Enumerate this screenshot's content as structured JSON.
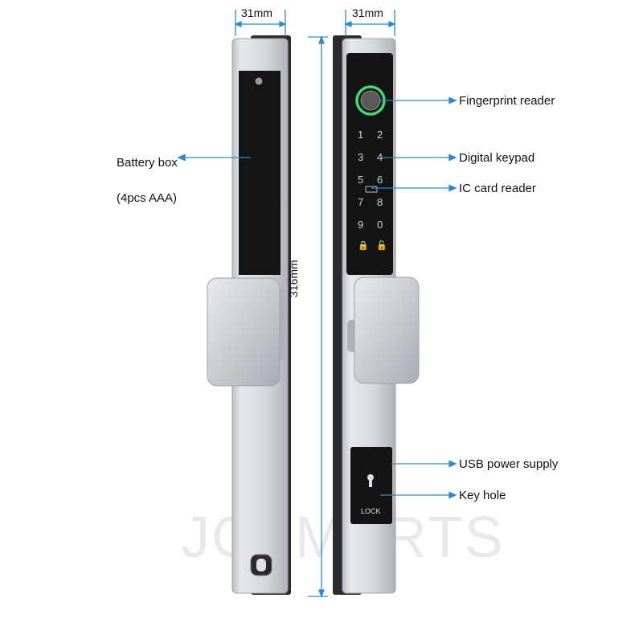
{
  "dimensions": {
    "width_left": "31mm",
    "width_right": "31mm",
    "height": "316mm"
  },
  "labels": {
    "battery_box": "Battery box",
    "battery_spec": "(4pcs AAA)",
    "fingerprint": "Fingerprint reader",
    "keypad": "Digital keypad",
    "ic_card": "IC card reader",
    "usb": "USB power supply",
    "key_hole": "Key hole"
  },
  "keypad": {
    "rows": [
      [
        "1",
        "2"
      ],
      [
        "3",
        "4"
      ],
      [
        "5",
        "6"
      ],
      [
        "7",
        "8"
      ],
      [
        "9",
        "0"
      ]
    ]
  },
  "lock_text": "LOCK",
  "watermark": "JCSMARTS",
  "colors": {
    "annotation": "#2a8ad1",
    "body_silver": "#d4d7db",
    "panel_black": "#141414",
    "fingerprint_ring": "#3ddc6a"
  }
}
